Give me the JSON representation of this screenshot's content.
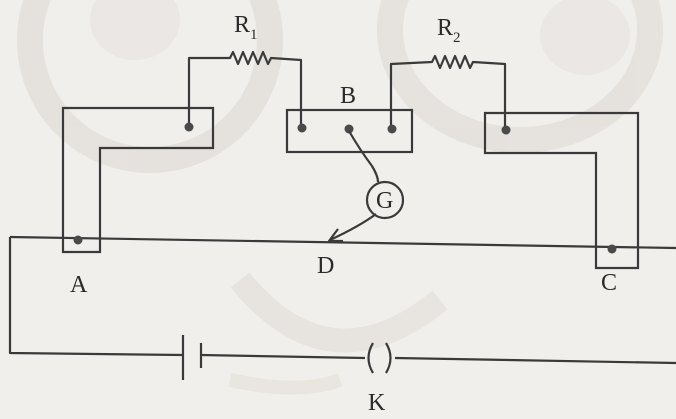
{
  "labels": {
    "r1": "R",
    "r1_sub": "1",
    "r2": "R",
    "r2_sub": "2",
    "b": "B",
    "g": "G",
    "a": "A",
    "d": "D",
    "c": "C",
    "k": "K",
    "k_symbol": "( )"
  },
  "colors": {
    "background": "#f1efec",
    "wire": "#3a3a3a",
    "watermark": "#d9d4cf"
  }
}
